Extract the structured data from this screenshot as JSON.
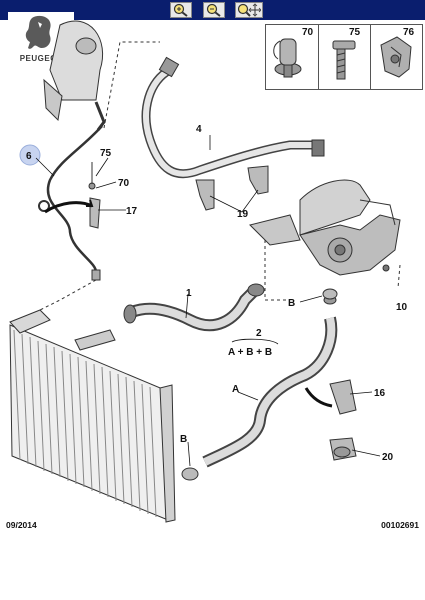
{
  "brand": {
    "name": "PEUGEOT"
  },
  "toolbar": {
    "zoom_in_icon": "magnifier-plus-icon",
    "zoom_out_icon": "magnifier-minus-icon",
    "zoom_pan_icon": "magnifier-move-icon"
  },
  "legend": {
    "items": [
      {
        "label": "70"
      },
      {
        "label": "75"
      },
      {
        "label": "76"
      }
    ]
  },
  "callouts": {
    "c1": "1",
    "c2": "2",
    "formula": "A + B + B",
    "c4": "4",
    "c6": "6",
    "c10": "10",
    "c16": "16",
    "c17": "17",
    "c19": "19",
    "c20": "20",
    "c70": "70",
    "c75": "75",
    "cA": "A",
    "cB_top": "B",
    "cB_bottom": "B"
  },
  "footer": {
    "date": "09/2014",
    "ref": "00102691"
  },
  "colors": {
    "header": "#0a1e6e",
    "highlight": "#c8d4f0"
  }
}
